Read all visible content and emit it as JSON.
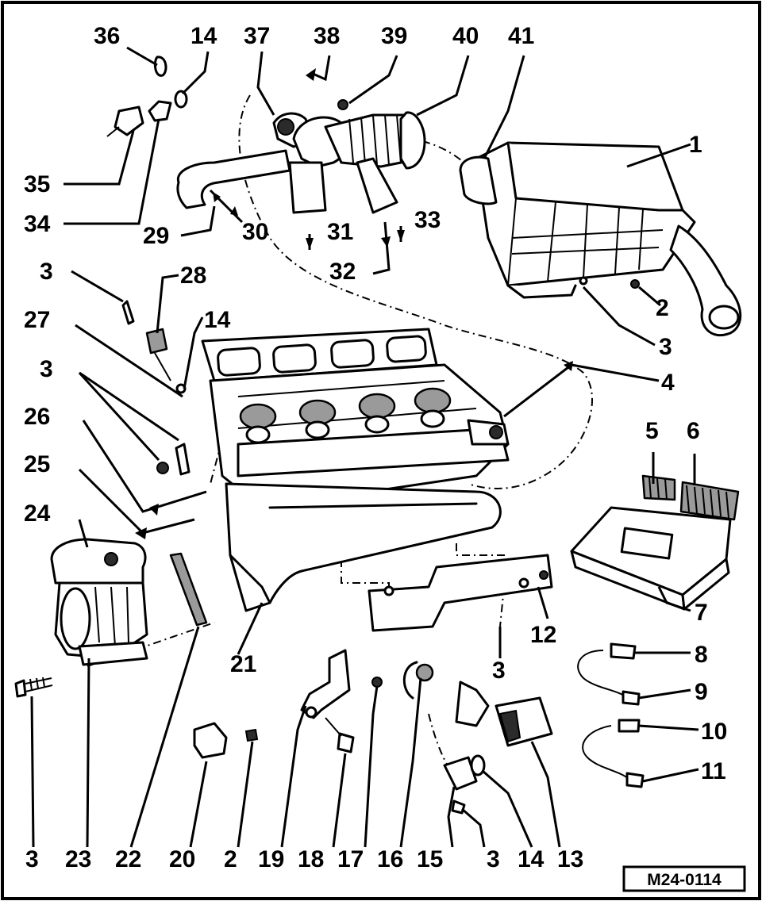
{
  "diagram": {
    "reference_code": "M24-0114",
    "callouts": [
      "1",
      "2",
      "3",
      "4",
      "5",
      "6",
      "7",
      "8",
      "9",
      "10",
      "11",
      "12",
      "13",
      "14",
      "15",
      "16",
      "17",
      "18",
      "19",
      "20",
      "21",
      "22",
      "23",
      "24",
      "25",
      "26",
      "27",
      "28",
      "29",
      "30",
      "31",
      "32",
      "33",
      "34",
      "35",
      "36",
      "37",
      "38",
      "39",
      "40",
      "41"
    ]
  },
  "colors": {
    "background": "#ffffff",
    "ink": "#000000",
    "shading": "#9a9a9a"
  }
}
